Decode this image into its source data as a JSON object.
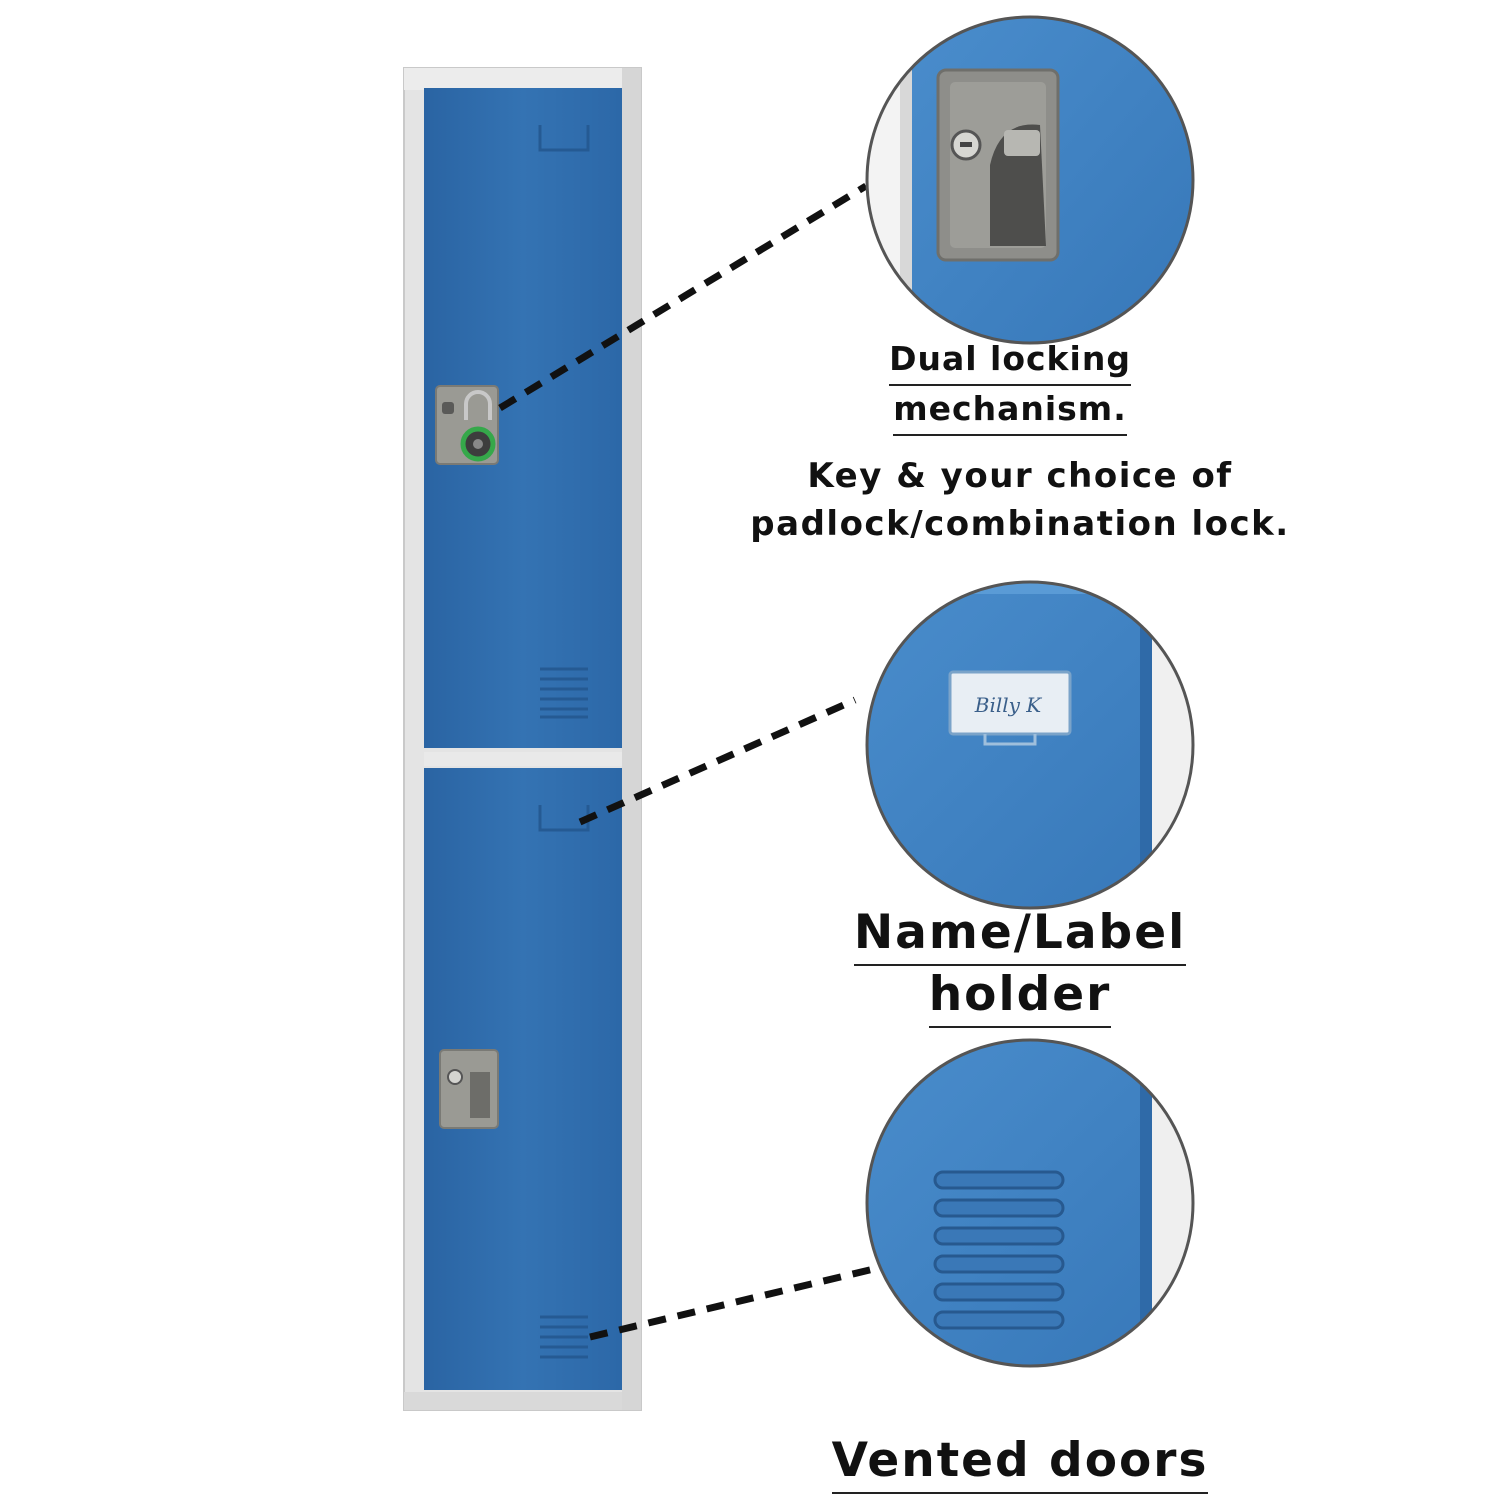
{
  "product": {
    "door_color": "#2e6fae",
    "frame_color": "#e3e3e3",
    "lock_color": "#8f8f8a",
    "padlock_ring_color": "#35a84a"
  },
  "callouts": {
    "dual_lock": {
      "title_line1": "Dual locking",
      "title_line2": "mechanism.",
      "detail_line1": "Key & your choice of",
      "detail_line2": "padlock/combination lock."
    },
    "label_holder": {
      "title_line1": "Name/Label",
      "title_line2": "holder",
      "card_text": "Billy K"
    },
    "vents": {
      "title": "Vented doors"
    }
  }
}
